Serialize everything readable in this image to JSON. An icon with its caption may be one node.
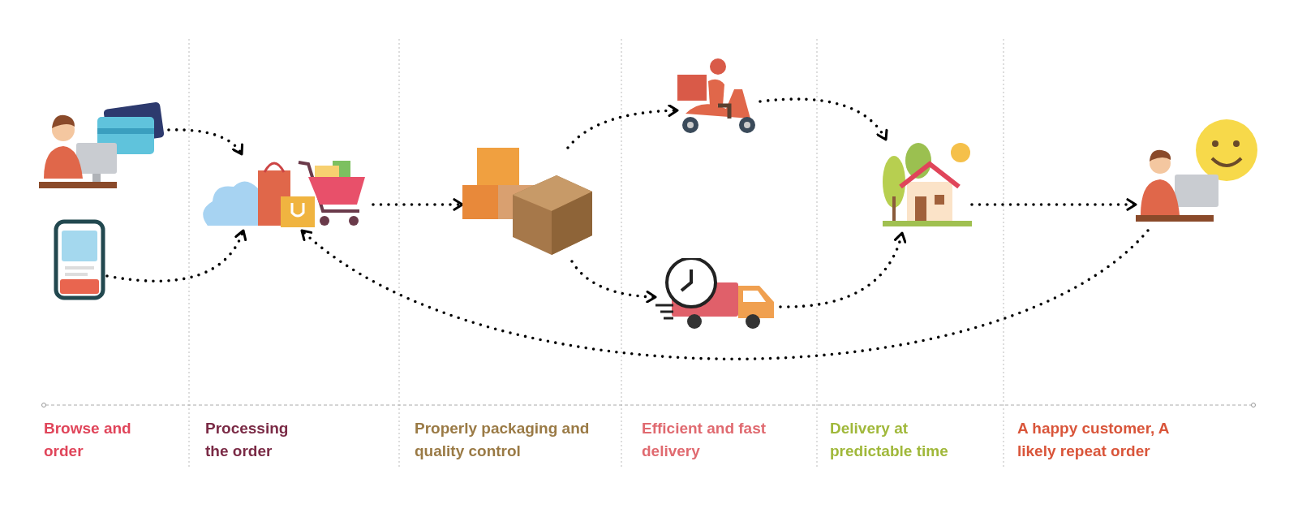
{
  "diagram": {
    "nodes": [
      {
        "text": [],
        "shape": "picture"
      },
      {
        "text": [],
        "shape": "picture"
      },
      {
        "text": [],
        "shape": "picture"
      },
      {
        "text": [],
        "shape": "picture"
      },
      {
        "text": [],
        "shape": "picture"
      },
      {
        "text": [],
        "shape": "picture"
      },
      {
        "text": [],
        "shape": "picture"
      },
      {
        "text": [],
        "shape": "picture"
      }
    ],
    "edges": [
      {
        "from": 0,
        "to": 2,
        "arrow": "to"
      },
      {
        "from": 1,
        "to": 2,
        "arrow": "to"
      },
      {
        "from": 2,
        "to": 3,
        "arrow": "to"
      },
      {
        "from": 3,
        "to": 4,
        "arrow": "to"
      },
      {
        "from": 3,
        "to": 5,
        "arrow": "to"
      },
      {
        "from": 4,
        "to": 6,
        "arrow": "to"
      },
      {
        "from": 5,
        "to": 6,
        "arrow": "to"
      },
      {
        "from": 6,
        "to": 7,
        "arrow": "to"
      },
      {
        "from": 7,
        "to": 2,
        "arrow": "to"
      }
    ],
    "labels": [
      "Browse and order",
      "Processing the order",
      "Properly packaging and quality control",
      "Efficient and fast delivery",
      "Delivery at predictable time",
      "A happy customer, A likely repeat order"
    ]
  }
}
